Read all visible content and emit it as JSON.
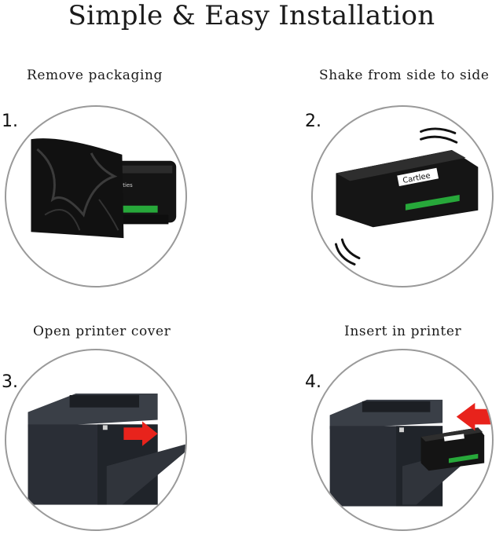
{
  "page": {
    "title": "Simple & Easy Installation"
  },
  "steps": [
    {
      "number": "1.",
      "label": "Remove packaging",
      "image": "toner-in-black-bag"
    },
    {
      "number": "2.",
      "label": "Shake from side to side",
      "image": "toner-shaking",
      "brand": "Cartlee"
    },
    {
      "number": "3.",
      "label": "Open printer cover",
      "image": "printer-open-cover"
    },
    {
      "number": "4.",
      "label": "Insert in printer",
      "image": "printer-insert-toner"
    }
  ],
  "colors": {
    "arrow": "#e8231c",
    "toner_body": "#151515",
    "toner_handle": "#27a83a",
    "printer_body": "#2a2e36",
    "circle_border": "#9a9a9a"
  }
}
